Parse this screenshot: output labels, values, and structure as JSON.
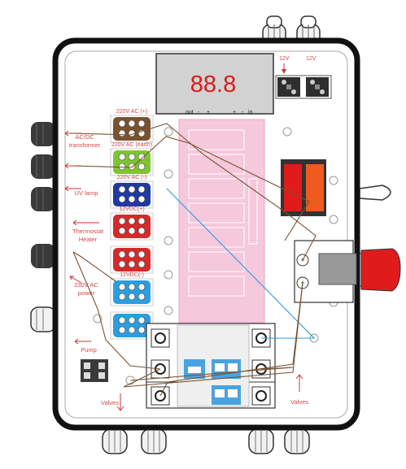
{
  "display": {
    "reading": "88.8",
    "out_label": "out",
    "in_label": "in",
    "minus": "-",
    "plus": "+"
  },
  "top_connectors": {
    "left_label": "12V",
    "right_label": "12V"
  },
  "terminals": [
    {
      "label": "220V AC (+)",
      "color": "#7a5230"
    },
    {
      "label": "220V AC (earth)",
      "color": "#7ec630"
    },
    {
      "label": "220V AC (-)",
      "color": "#1f3aa0"
    },
    {
      "label": "12VDC(+)",
      "color": "#d42a2a"
    },
    {
      "label": "",
      "color": "#d42a2a"
    },
    {
      "label": "12VDC(-)",
      "color": "#2a9ee0"
    },
    {
      "label": "",
      "color": "#2a9ee0"
    }
  ],
  "left_labels": {
    "transformer": [
      "AC/DC",
      "transformer"
    ],
    "uv_lamp": "UV lamp",
    "thermostat": [
      "Thermostat",
      "Heater"
    ],
    "ac_power": [
      "230V AC",
      "power"
    ],
    "pump": "Pump"
  },
  "bottom_labels": {
    "valves_left": "Valves",
    "valves_right": "Valves"
  },
  "battery": {
    "plus_top": "+",
    "plus_bottom": "+"
  },
  "colors": {
    "label_red": "#e04545",
    "pcb_pink": "#f6c8dc",
    "display_bg": "#d2d2d2",
    "display_digits": "#dd1a1a",
    "wire_brown": "#7a5230",
    "wire_blue": "#2a9ee0",
    "relay_blue": "#4aa3e0"
  },
  "icons": [
    "cable-gland-icon",
    "arrow-icon",
    "screw-terminal-icon",
    "fuse-icon",
    "battery-terminal-icon"
  ]
}
